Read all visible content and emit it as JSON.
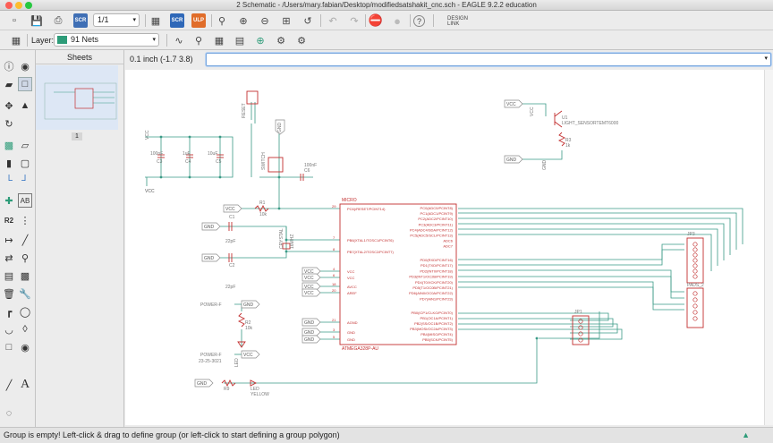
{
  "window": {
    "title": "2 Schematic - /Users/mary.fabian/Desktop/modifiedsatshakit_cnc.sch - EAGLE 9.2.2 education"
  },
  "toolbar": {
    "sheet_select": "1/1",
    "scr_label": "SCR",
    "ulp_label": "ULP",
    "design_link": "DESIGN LINK",
    "help": "?"
  },
  "layer_bar": {
    "layer_label": "Layer:",
    "layer_value": "91 Nets",
    "layer_color": "#2e9c79"
  },
  "sheets_panel": {
    "title": "Sheets",
    "sheet_number": "1"
  },
  "command_bar": {
    "coordinate": "0.1 inch (-1.7 3.8)",
    "input_value": ""
  },
  "status": {
    "message": "Group is empty! Left-click & drag to define group (or left-click to start defining a group polygon)"
  },
  "schematic": {
    "colors": {
      "net": "#3a9a86",
      "part": "#c22f2f",
      "label": "#8a8a8a",
      "pin": "#c22f2f"
    },
    "micro_name": "MICRO",
    "micro_value": "ATMEGA328P-AU",
    "left_pins": [
      "PC6(/RESET/PCINT14)",
      "PB6(XTAL1/TOSC1/PCINT6)",
      "PB7(XTAL2/TOSC2/PCINT7)"
    ],
    "power_pins": [
      "VCC",
      "VCC",
      "AVCC",
      "AREF",
      "AGND",
      "GND",
      "GND"
    ],
    "right_pins_a": [
      "PC0(ADC0/PCINT8)",
      "PC1(ADC1/PCINT9)",
      "PC2(ADC2/PCINT10)",
      "PC3(ADC3/PCINT11)",
      "PC4(ADC4/SDA/PCINT12)",
      "PC5(ADC5/SCL/PCINT13)",
      "ADC6",
      "ADC7"
    ],
    "right_pins_b": [
      "PD0(RXD/PCINT16)",
      "PD1(TXD/PCINT17)",
      "PD2(INT0/PCINT18)",
      "PD3(INT1/OC2B/PCINT19)",
      "PD4(T0/XCK/PCINT20)",
      "PD5(T1/OC0B/PCINT21)",
      "PD6(AIN0/OC0A/PCINT22)",
      "PD7(AIN1/PCINT23)"
    ],
    "right_pins_c": [
      "PB0(ICP1/CLKO/PCINT0)",
      "PB1(OC1A/PCINT1)",
      "PB2(SS/OC1B/PCINT2)",
      "PB3(MOSI/OC2A/PCINT3)",
      "PB4(MISO/PCINT4)",
      "PB5(SCK/PCINT5)"
    ],
    "pin_nums_left": [
      "29",
      "7",
      "8"
    ],
    "pin_nums_power": [
      "4",
      "6",
      "18",
      "20",
      "21",
      "3",
      "5"
    ],
    "labels": {
      "vcc": "VCC",
      "gnd": "GND",
      "c1": "C1",
      "c2": "C2",
      "c_22pf_1": "22pF",
      "c_22pf_2": "22pF",
      "crystal": "CRYSTAL",
      "crystal_val": "16MHZ",
      "r1": "R1",
      "r1_val": "10k",
      "cap100n": "100nF",
      "cap1u": "1uF",
      "cap10u": "10uF",
      "c3": "C3",
      "c4": "C4",
      "c5": "C5",
      "c6": "C6",
      "c6_val": "100nF",
      "switch": "SWITCH",
      "reset": "RESET",
      "u1": "U1",
      "sensor": "LIGHT_SENSORTEMT6000",
      "r3": "R3",
      "r3_val": "1k",
      "r2": "R2",
      "r2_val": "10k",
      "power_f": "POWER-F",
      "power_f2": "POWER-F",
      "power_f2_val": "23-25-3021",
      "led": "LED",
      "r9": "R9",
      "led_val": "YELLOW",
      "led_name": "LED",
      "jp3": "JP3",
      "pads2": "PADS_2",
      "jp1": "JP1",
      "c_top": "C1"
    }
  }
}
